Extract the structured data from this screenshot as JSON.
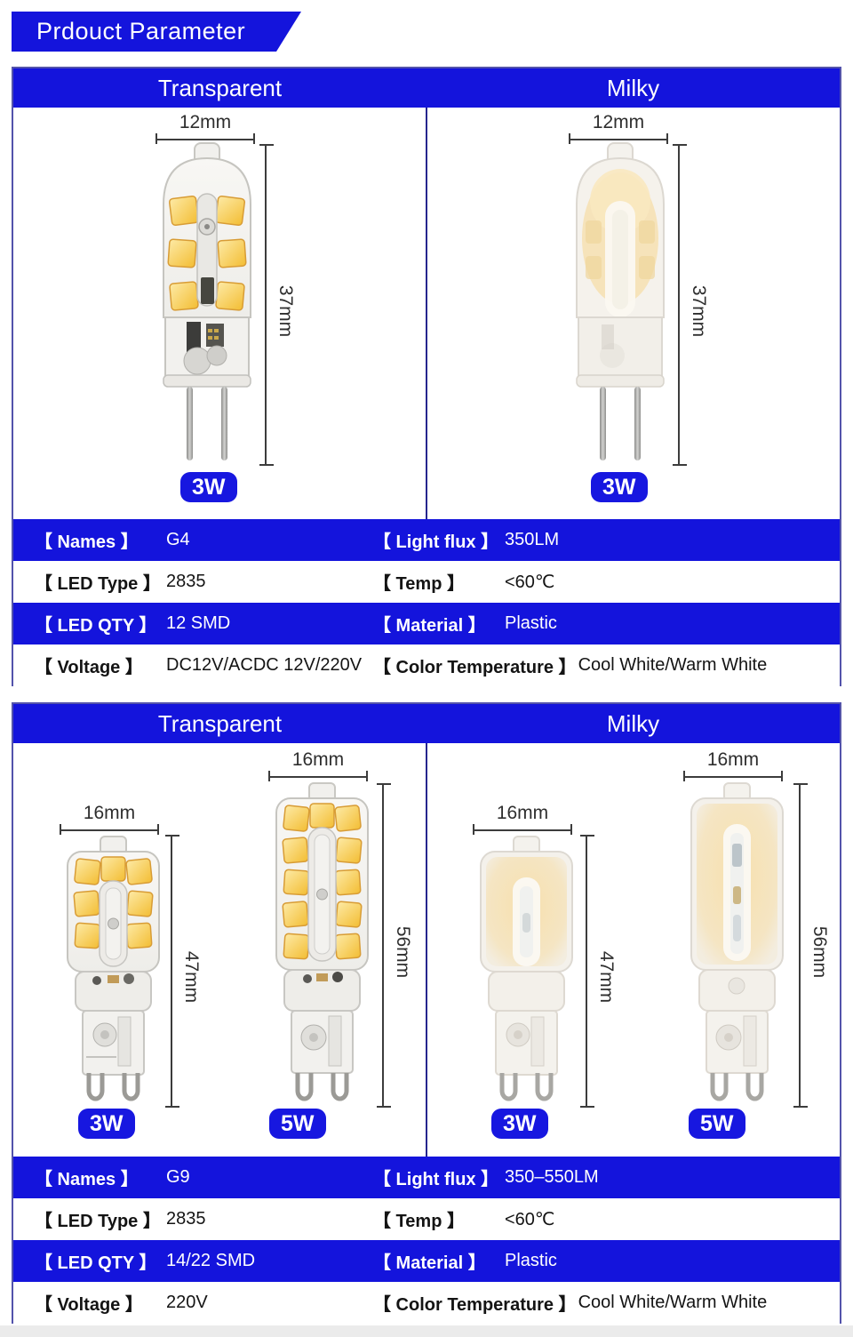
{
  "banner": {
    "title": "Prdouct Parameter"
  },
  "g4": {
    "header": {
      "left": "Transparent",
      "right": "Milky"
    },
    "figures": {
      "transparent": {
        "width_label": "12mm",
        "height_label": "37mm",
        "power": "3W"
      },
      "milky": {
        "width_label": "12mm",
        "height_label": "37mm",
        "power": "3W"
      }
    },
    "specs": {
      "rows": [
        {
          "l_label": "【 Names 】",
          "l_value": "G4",
          "r_label": "【 Light flux 】",
          "r_value": "350LM"
        },
        {
          "l_label": "【 LED Type 】",
          "l_value": "2835",
          "r_label": "【 Temp 】",
          "r_value": "<60℃"
        },
        {
          "l_label": "【 LED QTY 】",
          "l_value": "12 SMD",
          "r_label": "【 Material 】",
          "r_value": "Plastic"
        },
        {
          "l_label": "【 Voltage 】",
          "l_value": "DC12V/ACDC 12V/220V",
          "r_label": "【 Color Temperature 】",
          "r_value": "Cool White/Warm White"
        }
      ]
    }
  },
  "g9": {
    "header": {
      "left": "Transparent",
      "right": "Milky"
    },
    "figures": {
      "transparent_3w": {
        "width_label": "16mm",
        "height_label": "47mm",
        "power": "3W"
      },
      "transparent_5w": {
        "width_label": "16mm",
        "height_label": "56mm",
        "power": "5W"
      },
      "milky_3w": {
        "width_label": "16mm",
        "height_label": "47mm",
        "power": "3W"
      },
      "milky_5w": {
        "width_label": "16mm",
        "height_label": "56mm",
        "power": "5W"
      }
    },
    "specs": {
      "rows": [
        {
          "l_label": "【 Names 】",
          "l_value": "G9",
          "r_label": "【 Light flux 】",
          "r_value": "350–550LM"
        },
        {
          "l_label": "【 LED Type 】",
          "l_value": "2835",
          "r_label": "【 Temp 】",
          "r_value": "<60℃"
        },
        {
          "l_label": "【 LED QTY 】",
          "l_value": "14/22 SMD",
          "r_label": "【 Material 】",
          "r_value": "Plastic"
        },
        {
          "l_label": "【 Voltage 】",
          "l_value": "220V",
          "r_label": "【 Color Temperature 】",
          "r_value": "Cool White/Warm White"
        }
      ]
    }
  },
  "colors": {
    "accent_blue": "#1414dc",
    "border_blue": "#5353ab",
    "divider_blue": "#26268e",
    "led_yellow": "#f5c034"
  }
}
